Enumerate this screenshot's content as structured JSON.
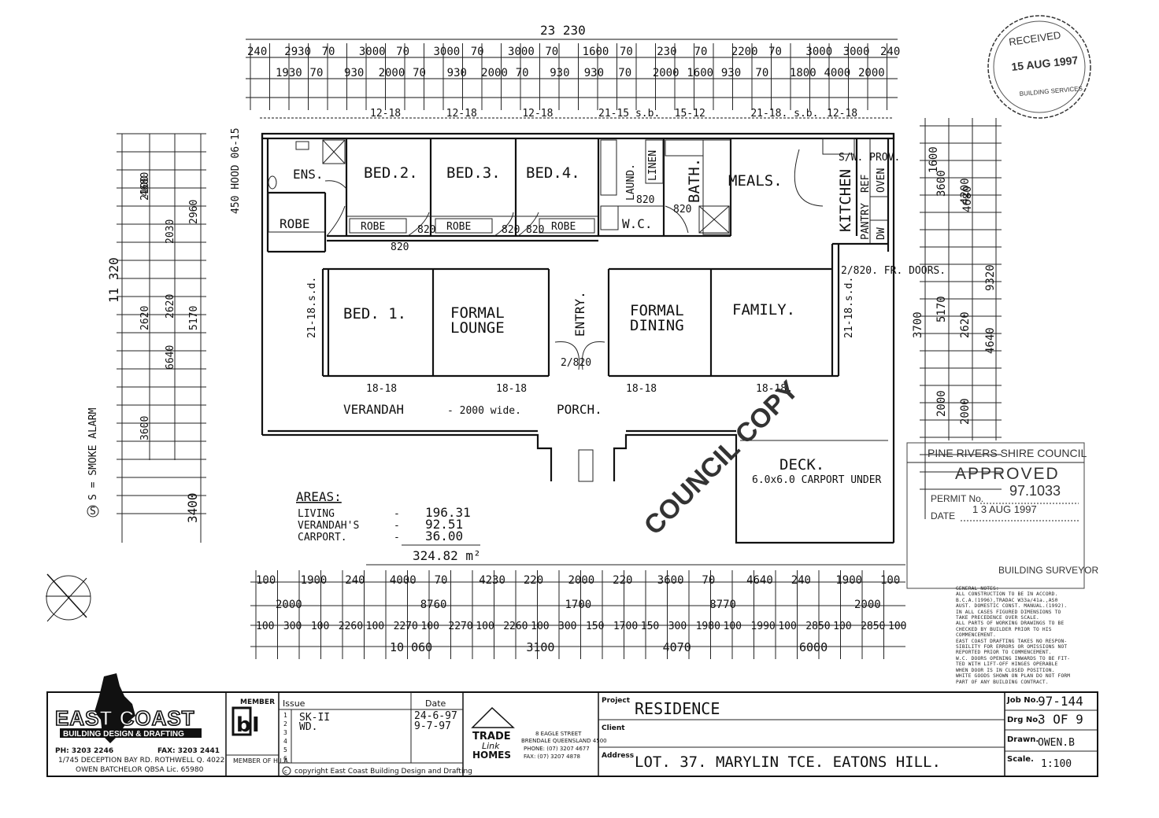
{
  "dimensions": {
    "overall_top": "23 230",
    "top_row1": [
      "240",
      "2930",
      "70",
      "3000",
      "70",
      "3000",
      "70",
      "3000",
      "70",
      "1600",
      "70",
      "230",
      "70",
      "2200",
      "70",
      "3000",
      "3000",
      "240"
    ],
    "top_row2": [
      "1930",
      "70",
      "930",
      "2000",
      "70",
      "930",
      "2000",
      "70",
      "930",
      "930",
      "70",
      "2000",
      "1600",
      "930",
      "70",
      "1800",
      "4000",
      "2000"
    ],
    "windows_top": [
      "12-18",
      "12-18",
      "12-18",
      "21-15 s.b.",
      "15-12",
      "21-18. s.b.",
      "12-18"
    ],
    "left_outer": [
      "11 320",
      "3400"
    ],
    "left_inner": [
      "4680",
      "6640",
      "3600",
      "2960",
      "5170",
      "2620",
      "2620",
      "2100",
      "2030"
    ],
    "right": [
      "4680",
      "9320",
      "4200",
      "3600",
      "4640",
      "2620",
      "5170",
      "3700",
      "2000",
      "2000",
      "1600"
    ],
    "bottom_row1": [
      "100",
      "1900",
      "240",
      "4000",
      "70",
      "4230",
      "220",
      "2000",
      "220",
      "3600",
      "70",
      "4640",
      "240",
      "1900",
      "100"
    ],
    "bottom_row2": [
      "2000",
      "8760",
      "1700",
      "8770",
      "2000"
    ],
    "bottom_row3": [
      "100",
      "300",
      "100",
      "2260",
      "100",
      "2270",
      "100",
      "2270",
      "100",
      "2260",
      "100",
      "300",
      "150",
      "1700",
      "150",
      "300",
      "1980",
      "100",
      "1990",
      "100",
      "2850",
      "100",
      "2850",
      "100"
    ],
    "bottom_row4": [
      "10 060",
      "3100",
      "4070",
      "6000"
    ],
    "hood": "450 HOOD 06-15",
    "side_windows": [
      "21-18.s.d.",
      "21-18.s.d.",
      "2/820. FR. DOORS."
    ],
    "windows_bottom": [
      "18-18",
      "18-18",
      "18-18",
      "18-18."
    ]
  },
  "rooms": {
    "ens": "ENS.",
    "robe": "ROBE",
    "bed2": "BED.2.",
    "bed3": "BED.3.",
    "bed4": "BED.4.",
    "robes": [
      "ROBE",
      "ROBE",
      "ROBE"
    ],
    "laundry": "LAUND.",
    "linen": "LINEN",
    "wc": "W.C.",
    "bath": "BATH.",
    "meals": "MEALS.",
    "kitchen": "KITCHEN",
    "bed1": "BED. 1.",
    "formal_lounge_1": "FORMAL",
    "formal_lounge_2": "LOUNGE",
    "entry": "ENTRY.",
    "formal_dining_1": "FORMAL",
    "formal_dining_2": "DINING",
    "family": "FAMILY.",
    "verandah": "VERANDAH",
    "verandah_note": "- 2000 wide.",
    "porch": "PORCH.",
    "deck": "DECK.",
    "deck_note": "6.0x6.0 CARPORT UNDER",
    "door_sizes": [
      "820",
      "820",
      "820",
      "820",
      "820",
      "820",
      "2/820"
    ],
    "kitchen_labels": [
      "S/W. PROV.",
      "REF",
      "OVEN",
      "PANTRY",
      "DW"
    ]
  },
  "areas": {
    "title": "AREAS:",
    "rows": [
      {
        "label": "LIVING",
        "value": "196.31"
      },
      {
        "label": "VERANDAH'S",
        "value": "92.51"
      },
      {
        "label": "CARPORT.",
        "value": "36.00"
      }
    ],
    "total": "324.82 m²"
  },
  "smoke_alarm": "S = SMOKE ALARM",
  "council_copy": "COUNCIL COPY",
  "stamps": {
    "received": {
      "line1": "RECEIVED",
      "date": "15 AUG 1997",
      "line3": "BUILDING SERVICES"
    },
    "approval": {
      "council": "PINE RIVERS SHIRE COUNCIL",
      "status": "APPROVED",
      "permit_label": "PERMIT No.",
      "permit_value": "97.1033",
      "date_label": "DATE",
      "date_value": "1 3 AUG 1997",
      "surveyor": "BUILDING SURVEYOR"
    }
  },
  "general_notes": "GENERAL NOTES:\nALL CONSTRUCTION TO BE IN ACCORD.\nB.C.A.(1996),TRADAC W33a/41a.,AS0\nAUST. DOMESTIC CONST. MANUAL.(1992).\nIN ALL CASES FIGURED DIMENSIONS TO\nTAKE PRECEDENCE OVER SCALE.\nALL PARTS OF WORKING DRAWINGS TO BE\nCHECKED BY BUILDER PRIOR TO HIS\nCOMMENCEMENT.\nEAST COAST DRAFTING TAKES NO RESPON-\nSIBILITY FOR ERRORS OR OMISSIONS NOT\nREPORTED PRIOR TO COMMENCEMENT.\nW.C. DOORS OPENING INWARDS TO BE FIT-\nTED WITH LIFT-OFF HINGES OPERABLE\nWHEN DOOR IS IN CLOSED POSITION.\nWHITE GOODS SHOWN ON PLAN DO NOT FORM\nPART OF ANY BUILDING CONTRACT.",
  "title_block": {
    "company_name": "EAST COAST",
    "company_sub": "BUILDING DESIGN & DRAFTING",
    "phone": "PH: 3203 2246",
    "fax": "FAX: 3203 2441",
    "address": "1/745 DECEPTION BAY RD. ROTHWELL Q. 4022",
    "owner": "OWEN BATCHELOR QBSA Lic. 65980",
    "member_label": "MEMBER",
    "member_of": "MEMBER OF H.I.A.",
    "issue_label": "Issue",
    "issues": [
      "SK-II",
      "WD."
    ],
    "issue_numbers": [
      "1",
      "2",
      "3",
      "4",
      "5",
      "6"
    ],
    "date_label": "Date",
    "dates": [
      "24-6-97",
      "9-7-97"
    ],
    "copyright": "copyright East Coast Building Design and Drafting",
    "trade_link": [
      "TRADE",
      "Link",
      "HOMES"
    ],
    "trade_address": [
      "8 EAGLE STREET",
      "BRENDALE QUEENSLAND 4500",
      "PHONE: (07) 3207 4677",
      "FAX: (07) 3207 4878"
    ],
    "project_label": "Project",
    "project": "RESIDENCE",
    "client_label": "Client",
    "address_label": "Address",
    "address_value": "LOT. 37. MARYLIN TCE. EATONS HILL.",
    "job_label": "Job No.",
    "job": "97-144",
    "drg_label": "Drg No.",
    "drg": "3 OF 9",
    "drawn_label": "Drawn.",
    "drawn": "OWEN.B",
    "scale_label": "Scale.",
    "scale": "1:100"
  }
}
